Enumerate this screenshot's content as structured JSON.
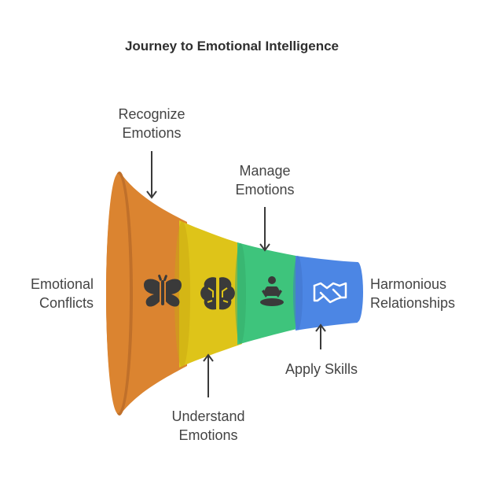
{
  "title": "Journey to Emotional Intelligence",
  "stages": {
    "start": {
      "line1": "Emotional",
      "line2": "Conflicts"
    },
    "recognize": {
      "line1": "Recognize",
      "line2": "Emotions",
      "icon": "butterfly-icon",
      "color": "#DB8430"
    },
    "understand": {
      "line1": "Understand",
      "line2": "Emotions",
      "icon": "brain-icon",
      "color": "#DEC419"
    },
    "manage": {
      "line1": "Manage",
      "line2": "Emotions",
      "icon": "meditation-icon",
      "color": "#3EC47C"
    },
    "apply": {
      "line1": "Apply Skills",
      "icon": "handshake-icon",
      "color": "#4C86E4"
    },
    "end": {
      "line1": "Harmonious",
      "line2": "Relationships"
    }
  }
}
